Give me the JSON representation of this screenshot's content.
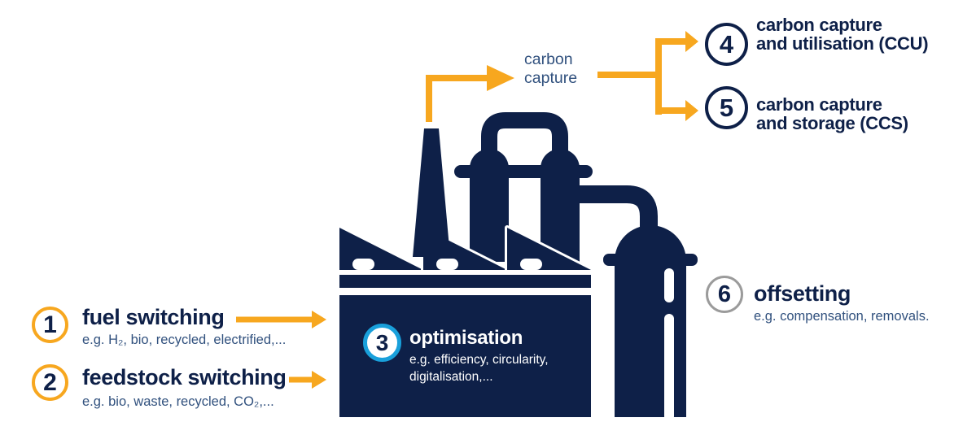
{
  "palette": {
    "navy": "#0E2048",
    "subtext_blue": "#31517E",
    "orange": "#F7A71F",
    "ring_blue": "#19A0DB",
    "ring_gray": "#9B9B9B",
    "white": "#FFFFFF"
  },
  "steps": [
    {
      "number": "1",
      "label": "fuel switching",
      "detail": "e.g. H₂, bio, recycled, electrified,..."
    },
    {
      "number": "2",
      "label": "feedstock switching",
      "detail": "e.g. bio, waste, recycled, CO₂,..."
    },
    {
      "number": "3",
      "label": "optimisation",
      "detail": "e.g. efficiency, circularity,\ndigitalisation,..."
    },
    {
      "number": "4",
      "label": "carbon capture\nand utilisation (CCU)"
    },
    {
      "number": "5",
      "label": "carbon capture\nand storage (CCS)"
    },
    {
      "number": "6",
      "label": "offsetting",
      "detail": "e.g. compensation, removals."
    }
  ],
  "flow_label": "carbon\ncapture"
}
